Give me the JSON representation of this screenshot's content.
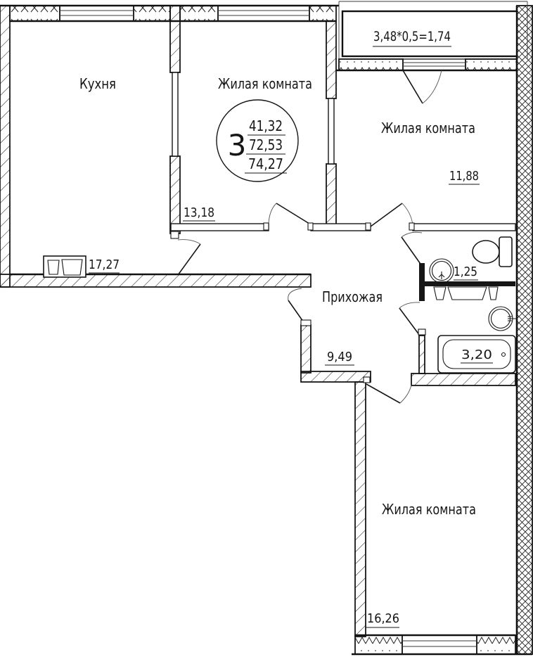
{
  "plan": {
    "title": "3-room apartment floor plan",
    "rooms": {
      "kitchen": {
        "label": "Кухня",
        "area": "17,27"
      },
      "living_top": {
        "label": "Жилая комната",
        "area": "13,18"
      },
      "living_right": {
        "label": "Жилая комната",
        "area": "11,88"
      },
      "living_bottom": {
        "label": "Жилая комната",
        "area": "16,26"
      },
      "hallway": {
        "label": "Прихожая",
        "area": "9,49"
      },
      "wc": {
        "area": "1,25"
      },
      "bathroom": {
        "area": "3,20"
      },
      "balcony": {
        "formula": "3,48*0,5=1,74"
      }
    },
    "stamp": {
      "rooms": "3",
      "living_area": "41,32",
      "area": "72,53",
      "total_area": "74,27"
    }
  },
  "colors": {
    "line": "#161616",
    "background": "#ffffff"
  }
}
